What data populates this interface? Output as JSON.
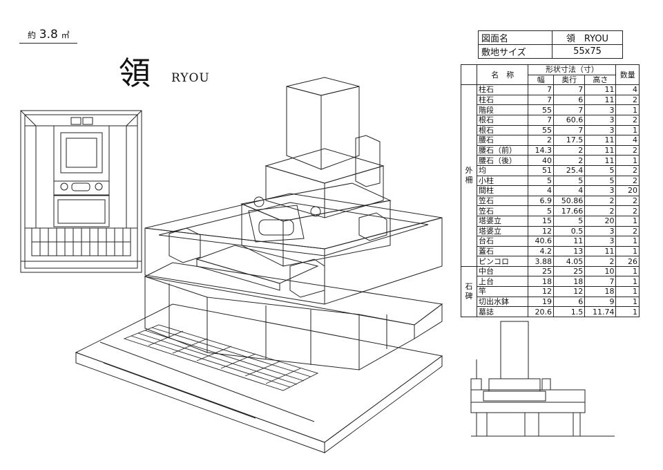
{
  "header": {
    "area_prefix": "約",
    "area_value": "3.8",
    "area_unit": "㎡",
    "name_kanji": "領",
    "name_romaji": "RYOU"
  },
  "title_table": {
    "rows": [
      {
        "label": "図面名",
        "value": "領　RYOU"
      },
      {
        "label": "敷地サイズ",
        "value": "55x75"
      }
    ]
  },
  "spec_table": {
    "header_dim": "形状寸法（寸）",
    "header_name": "名　称",
    "header_w": "幅",
    "header_d": "奥行",
    "header_h": "高さ",
    "header_qty": "数量",
    "groups": [
      {
        "label": "外柵",
        "rows": [
          [
            "柱石",
            "7",
            "7",
            "11",
            "4"
          ],
          [
            "柱石",
            "7",
            "6",
            "11",
            "2"
          ],
          [
            "階段",
            "55",
            "7",
            "3",
            "1"
          ],
          [
            "根石",
            "7",
            "60.6",
            "3",
            "2"
          ],
          [
            "根石",
            "55",
            "7",
            "3",
            "1"
          ],
          [
            "腰石",
            "2",
            "17.5",
            "11",
            "4"
          ],
          [
            "腰石（前）",
            "14.3",
            "2",
            "11",
            "2"
          ],
          [
            "腰石（後）",
            "40",
            "2",
            "11",
            "1"
          ],
          [
            "均",
            "51",
            "25.4",
            "5",
            "2"
          ],
          [
            "小柱",
            "5",
            "5",
            "5",
            "2"
          ],
          [
            "間柱",
            "4",
            "4",
            "3",
            "20"
          ],
          [
            "笠石",
            "6.9",
            "50.86",
            "2",
            "2"
          ],
          [
            "笠石",
            "5",
            "17.66",
            "2",
            "2"
          ],
          [
            "塔婆立",
            "15",
            "5",
            "20",
            "1"
          ],
          [
            "塔婆立",
            "12",
            "0.5",
            "3",
            "2"
          ],
          [
            "台石",
            "40.6",
            "11",
            "3",
            "1"
          ],
          [
            "蓋石",
            "4.2",
            "13",
            "11",
            "1"
          ],
          [
            "ピンコロ",
            "3.88",
            "4.05",
            "2",
            "26"
          ]
        ]
      },
      {
        "label": "石碑",
        "rows": [
          [
            "中台",
            "25",
            "25",
            "10",
            "1"
          ],
          [
            "上台",
            "18",
            "18",
            "7",
            "1"
          ],
          [
            "竿",
            "12",
            "12",
            "18",
            "1"
          ],
          [
            "切出水鉢",
            "19",
            "6",
            "9",
            "1"
          ],
          [
            "墓誌",
            "20.6",
            "1.5",
            "11.74",
            "1"
          ]
        ]
      }
    ]
  }
}
